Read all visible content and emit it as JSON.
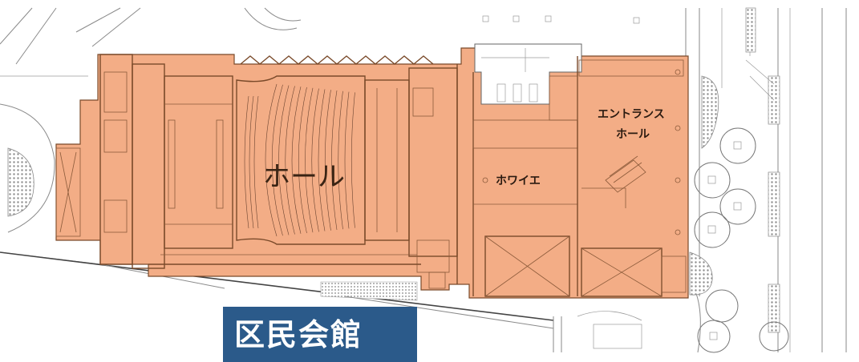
{
  "labels": {
    "hall": "ホール",
    "foyer": "ホワイエ",
    "entrance_line1": "エントランス",
    "entrance_line2": "ホール",
    "building_name": "区民会館"
  },
  "colors": {
    "building_fill": "#f3ad86",
    "banner_bg": "#2b5a8a",
    "banner_text": "#ffffff",
    "hatch": "#9a9a9a"
  }
}
